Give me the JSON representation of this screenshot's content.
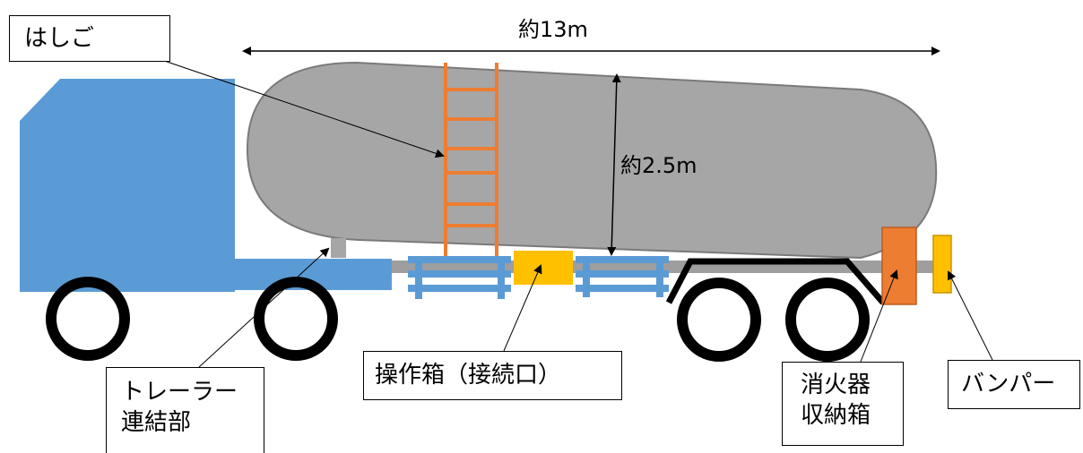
{
  "colors": {
    "cab": "#5b9bd5",
    "tank": "#a6a6a6",
    "ladder": "#ed7d31",
    "box_orange": "#ed7d31",
    "box_yellow": "#ffc000",
    "wheel": "#000000",
    "frame": "#9e9e9e"
  },
  "dimensions": {
    "length": "約13m",
    "height": "約2.5m"
  },
  "labels": {
    "ladder": "はしご",
    "coupling_line1": "トレーラー",
    "coupling_line2": "連結部",
    "control_box": "操作箱（接続口）",
    "extinguisher_line1": "消火器",
    "extinguisher_line2": "収納箱",
    "bumper": "バンパー"
  }
}
